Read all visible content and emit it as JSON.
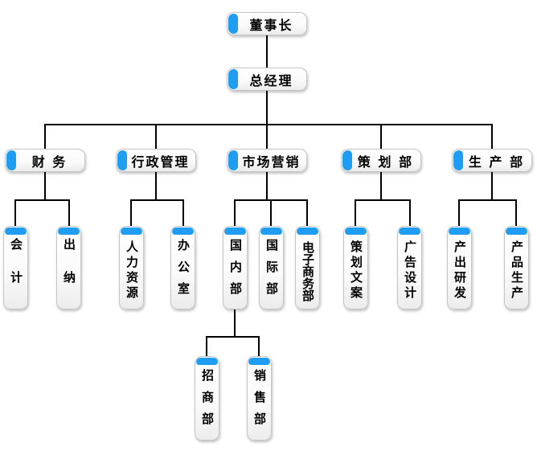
{
  "colors": {
    "accent": "#1e9df2",
    "line": "#000000",
    "node_border": "#c6c6c6",
    "background": "#ffffff",
    "text": "#000000"
  },
  "org_chart": {
    "type": "organization-tree",
    "levels": 5,
    "nodes": {
      "chairman": {
        "label": "董事长"
      },
      "general_manager": {
        "label": "总经理"
      },
      "finance": {
        "label": "财 务",
        "children": {
          "accounting": {
            "label": "会计"
          },
          "cashier": {
            "label": "出纳"
          }
        }
      },
      "admin": {
        "label": "行政管理",
        "children": {
          "hr": {
            "label": "人力资源"
          },
          "office": {
            "label": "办公室"
          }
        }
      },
      "marketing": {
        "label": "市场营销",
        "children": {
          "domestic": {
            "label": "国内部",
            "children": {
              "investment": {
                "label": "招商部"
              },
              "sales": {
                "label": "销售部"
              }
            }
          },
          "international": {
            "label": "国际部"
          },
          "ecommerce": {
            "label": "电子商务部"
          }
        }
      },
      "planning": {
        "label": "策 划 部",
        "children": {
          "copywriting": {
            "label": "策划文案"
          },
          "ad_design": {
            "label": "广告设计"
          }
        }
      },
      "production": {
        "label": "生 产 部",
        "children": {
          "rnd": {
            "label": "产出研发"
          },
          "product_production": {
            "label": "产品生产"
          }
        }
      }
    }
  }
}
